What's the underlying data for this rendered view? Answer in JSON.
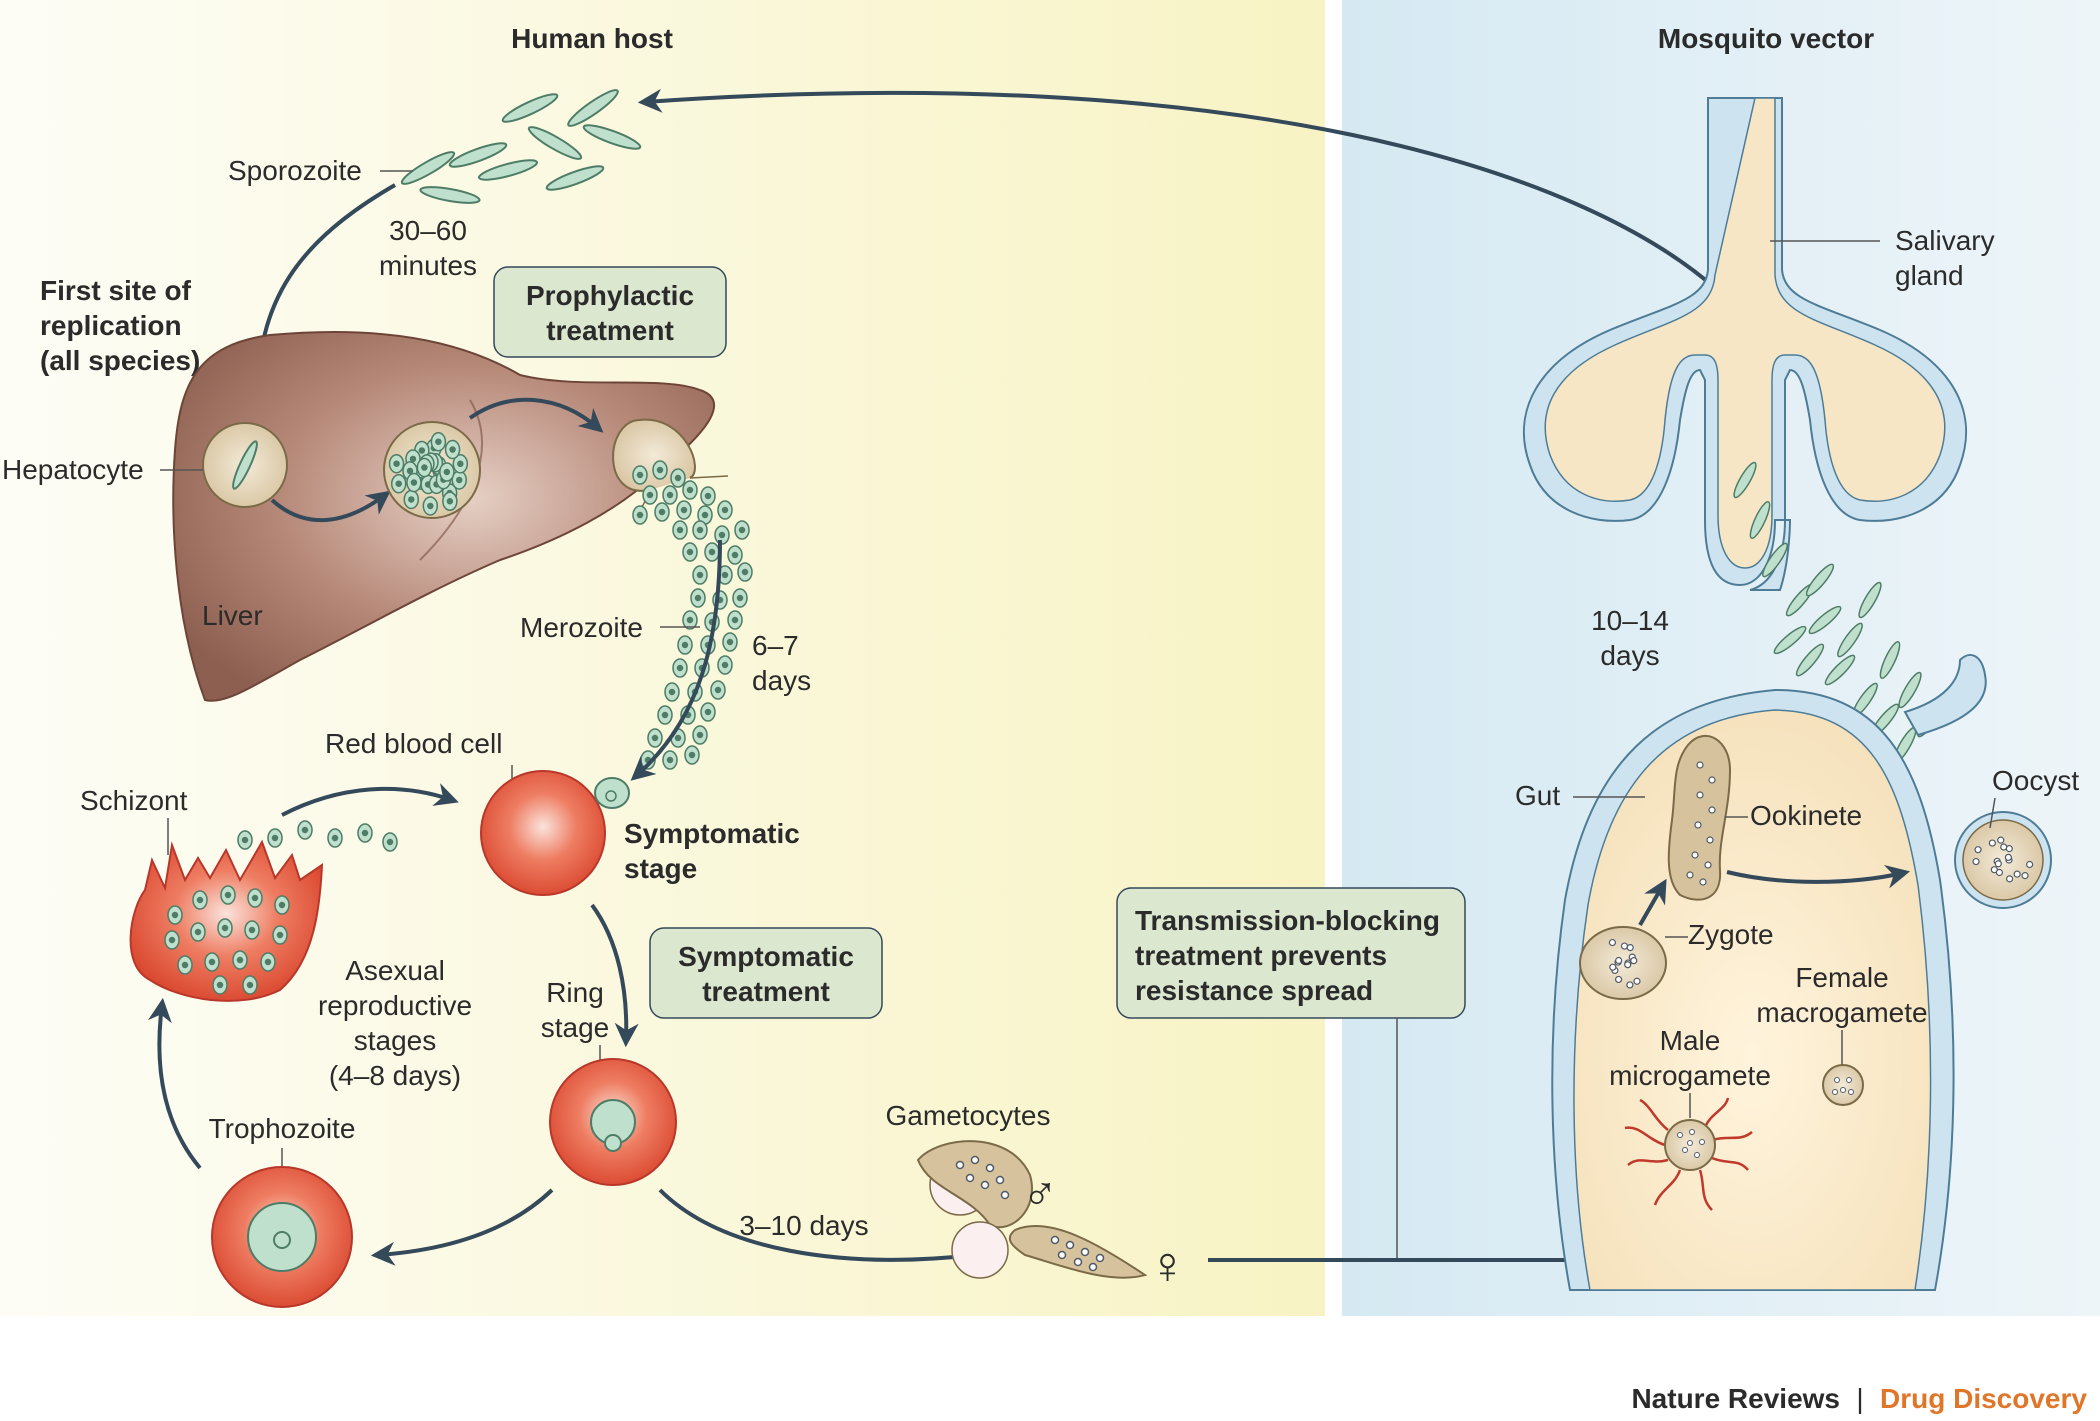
{
  "panels": {
    "human_host": "Human host",
    "mosquito_vector": "Mosquito vector"
  },
  "labels": {
    "sporozoite": "Sporozoite",
    "time_30_60_a": "30–60",
    "time_30_60_b": "minutes",
    "first_site_1": "First site of",
    "first_site_2": "replication",
    "first_site_3": "(all species)",
    "hepatocyte": "Hepatocyte",
    "liver": "Liver",
    "merozoite": "Merozoite",
    "time_6_7_a": "6–7",
    "time_6_7_b": "days",
    "red_blood_cell": "Red blood cell",
    "schizont": "Schizont",
    "symptomatic_stage_1": "Symptomatic",
    "symptomatic_stage_2": "stage",
    "asexual_1": "Asexual",
    "asexual_2": "reproductive",
    "asexual_3": "stages",
    "asexual_4": "(4–8 days)",
    "ring_1": "Ring",
    "ring_2": "stage",
    "trophozoite": "Trophozoite",
    "gametocytes": "Gametocytes",
    "time_3_10": "3–10 days",
    "male_symbol": "♂",
    "female_symbol": "♀",
    "salivary_1": "Salivary",
    "salivary_2": "gland",
    "time_10_14_a": "10–14",
    "time_10_14_b": "days",
    "gut": "Gut",
    "ookinete": "Ookinete",
    "oocyst": "Oocyst",
    "zygote": "Zygote",
    "female_1": "Female",
    "female_2": "macrogamete",
    "male_1": "Male",
    "male_2": "microgamete"
  },
  "boxes": {
    "prophylactic_1": "Prophylactic",
    "prophylactic_2": "treatment",
    "symptomatic_1": "Symptomatic",
    "symptomatic_2": "treatment",
    "transmission_1": "Transmission-blocking",
    "transmission_2": "treatment prevents",
    "transmission_3": "resistance spread"
  },
  "footer": {
    "journal": "Nature Reviews",
    "separator": "|",
    "section": "Drug Discovery"
  },
  "colors": {
    "arrow": "#34495a",
    "rbc": "#e0533a",
    "liver": "#9b6a5b",
    "parasite": "#bfe0cc",
    "box_fill": "#dbe7cf",
    "accent": "#e0762a"
  }
}
